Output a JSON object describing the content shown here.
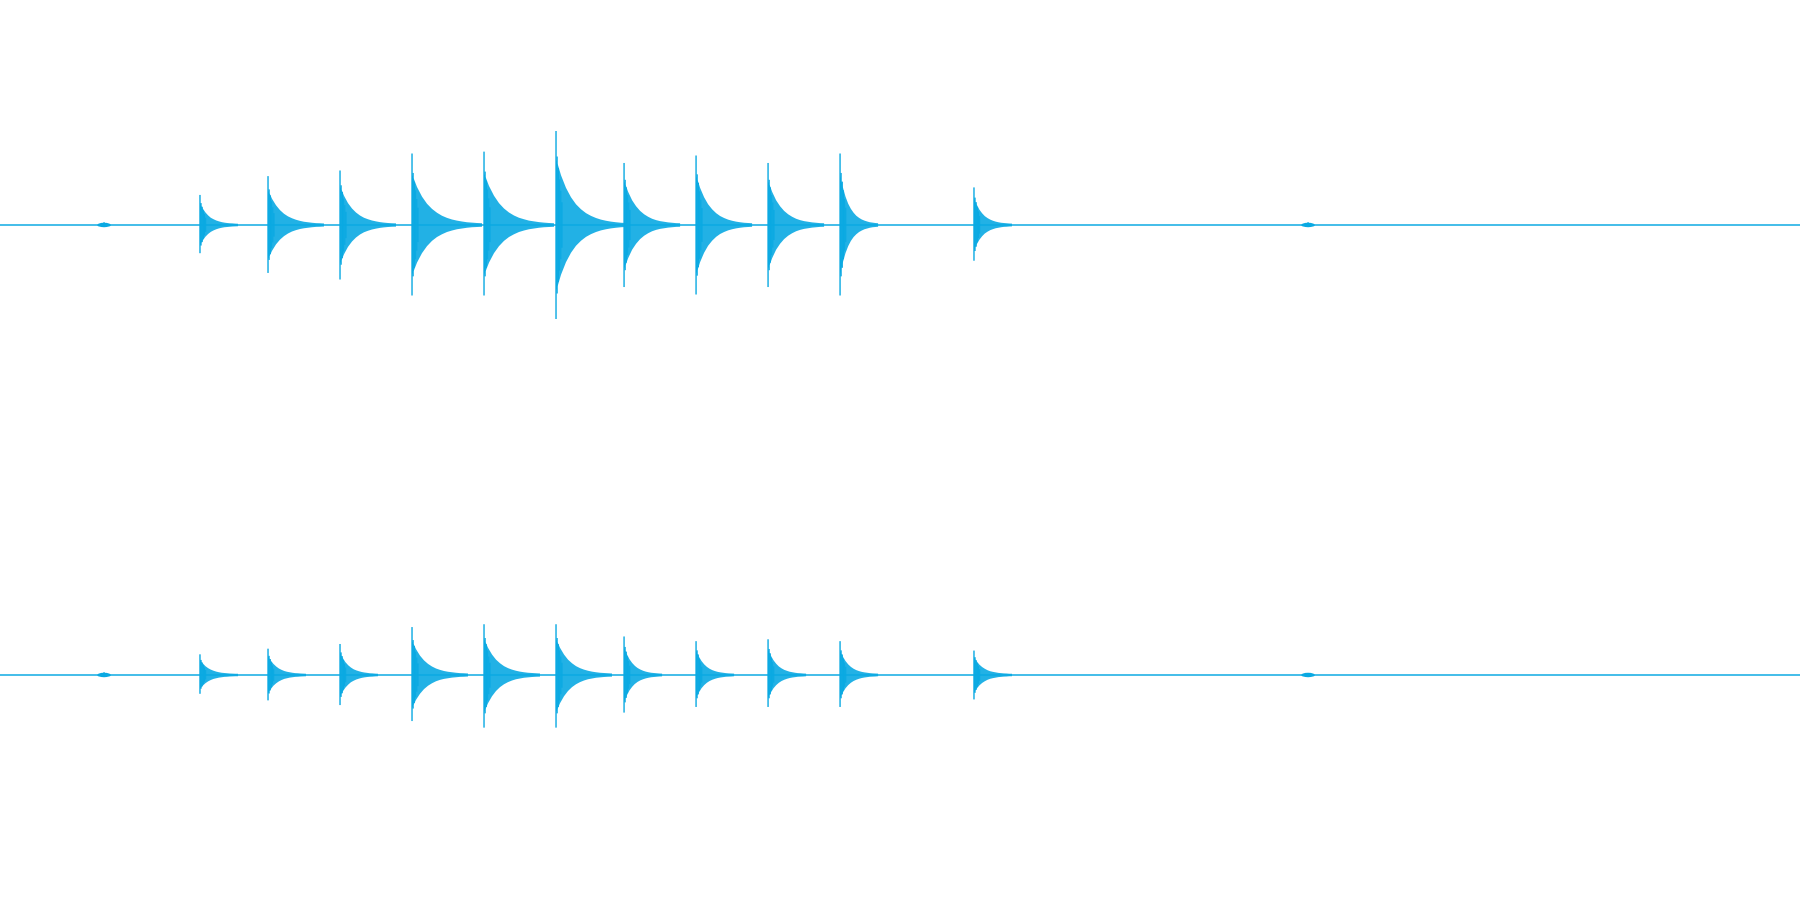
{
  "waveform": {
    "color": "#0aa9e2",
    "background": "#ffffff",
    "channel_count": 2,
    "channels": [
      {
        "name": "channel-1",
        "transients": [
          {
            "t": 0.0578,
            "peak": 0.03,
            "trough": 0.02,
            "decay": "none"
          },
          {
            "t": 0.1111,
            "peak": 0.32,
            "trough": 0.3,
            "decay": "short"
          },
          {
            "t": 0.1489,
            "peak": 0.52,
            "trough": 0.51,
            "decay": "medium"
          },
          {
            "t": 0.1889,
            "peak": 0.58,
            "trough": 0.58,
            "decay": "medium"
          },
          {
            "t": 0.2289,
            "peak": 0.76,
            "trough": 0.75,
            "decay": "long"
          },
          {
            "t": 0.2689,
            "peak": 0.78,
            "trough": 0.75,
            "decay": "long"
          },
          {
            "t": 0.3089,
            "peak": 1.0,
            "trough": 1.0,
            "decay": "long"
          },
          {
            "t": 0.3467,
            "peak": 0.66,
            "trough": 0.66,
            "decay": "medium"
          },
          {
            "t": 0.3867,
            "peak": 0.74,
            "trough": 0.74,
            "decay": "medium"
          },
          {
            "t": 0.4267,
            "peak": 0.66,
            "trough": 0.66,
            "decay": "medium"
          },
          {
            "t": 0.4667,
            "peak": 0.76,
            "trough": 0.75,
            "decay": "short"
          },
          {
            "t": 0.5411,
            "peak": 0.4,
            "trough": 0.38,
            "decay": "short"
          },
          {
            "t": 0.7267,
            "peak": 0.03,
            "trough": 0.02,
            "decay": "none"
          }
        ]
      },
      {
        "name": "channel-2",
        "transients": [
          {
            "t": 0.0578,
            "peak": 0.03,
            "trough": 0.02,
            "decay": "none"
          },
          {
            "t": 0.1111,
            "peak": 0.22,
            "trough": 0.2,
            "decay": "short"
          },
          {
            "t": 0.1489,
            "peak": 0.28,
            "trough": 0.27,
            "decay": "short"
          },
          {
            "t": 0.1889,
            "peak": 0.33,
            "trough": 0.32,
            "decay": "short"
          },
          {
            "t": 0.2289,
            "peak": 0.51,
            "trough": 0.49,
            "decay": "medium"
          },
          {
            "t": 0.2689,
            "peak": 0.54,
            "trough": 0.56,
            "decay": "medium"
          },
          {
            "t": 0.3089,
            "peak": 0.54,
            "trough": 0.56,
            "decay": "medium"
          },
          {
            "t": 0.3467,
            "peak": 0.41,
            "trough": 0.4,
            "decay": "short"
          },
          {
            "t": 0.3867,
            "peak": 0.36,
            "trough": 0.34,
            "decay": "short"
          },
          {
            "t": 0.4267,
            "peak": 0.38,
            "trough": 0.34,
            "decay": "short"
          },
          {
            "t": 0.4667,
            "peak": 0.36,
            "trough": 0.34,
            "decay": "short"
          },
          {
            "t": 0.5411,
            "peak": 0.26,
            "trough": 0.26,
            "decay": "short"
          },
          {
            "t": 0.7267,
            "peak": 0.02,
            "trough": 0.02,
            "decay": "none"
          }
        ]
      }
    ]
  }
}
